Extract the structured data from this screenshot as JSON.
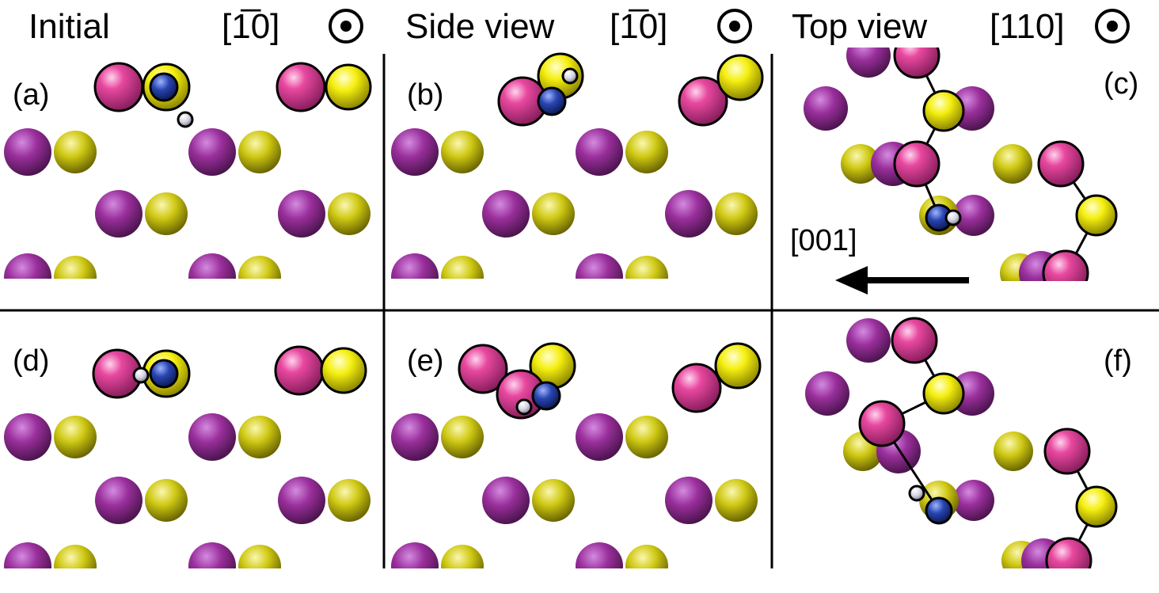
{
  "headers": {
    "initial": "Initial",
    "initial_dir": "[1̅0]",
    "side": "Side view",
    "side_dir": "[1̅0]",
    "top": "Top view",
    "top_dir": "[110]"
  },
  "panel_labels": [
    "(a)",
    "(b)",
    "(c)",
    "(d)",
    "(e)",
    "(f)"
  ],
  "arrow_label": "[001]",
  "colors": {
    "pink_atom": "#e0419d",
    "purple_atom": "#9a2f9c",
    "yellow_atom": "#f2ec12",
    "olive_atom": "#c8c414",
    "blue_atom": "#1f3a9e",
    "white_atom": "#d9d9e4"
  },
  "legend_symbol": "out-of-plane-dot-icon"
}
